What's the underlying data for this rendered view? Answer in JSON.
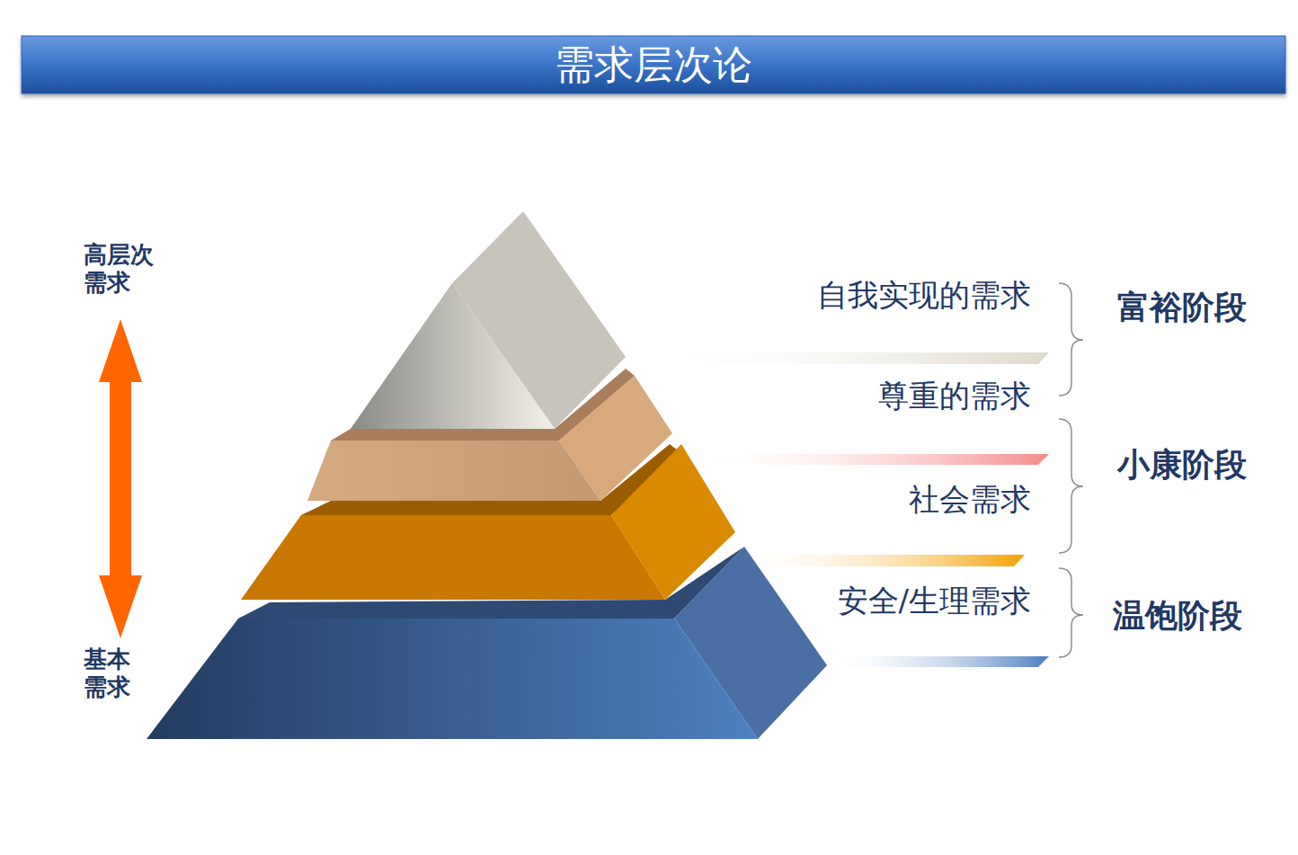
{
  "diagram": {
    "title": "需求层次论",
    "labels": [
      "高层次 需求",
      "基本 需求",
      "自我实现的需求",
      "尊重的需求",
      "社会需求",
      "安全/生理需求",
      "富裕阶段",
      "小康阶段",
      "温饱阶段"
    ]
  }
}
